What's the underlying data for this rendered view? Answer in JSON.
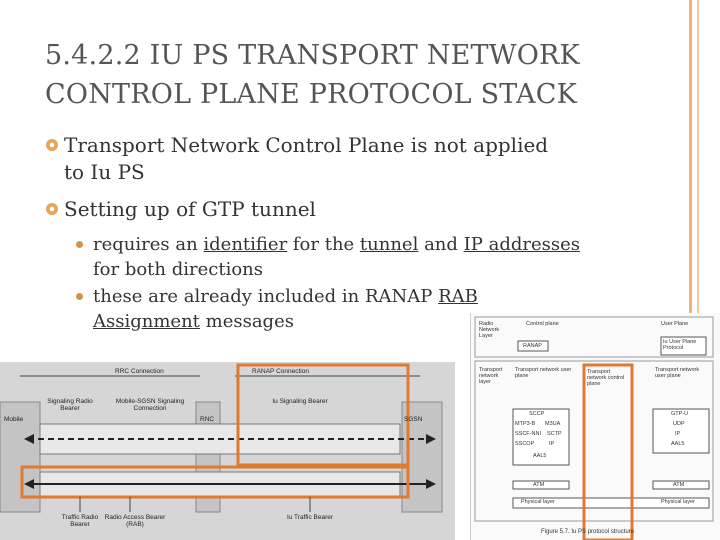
{
  "slide": {
    "title": "5.4.2.2 IU PS TRANSPORT NETWORK CONTROL PLANE PROTOCOL STACK",
    "bullets": [
      {
        "text_lines": [
          "Transport Network Control Plane is not applied",
          "to Iu PS"
        ]
      },
      {
        "text": "Setting up of GTP tunnel"
      }
    ],
    "sub_bullets": [
      {
        "line1_pre": "requires an ",
        "line1_u1": "identifier",
        "line1_mid": " for the ",
        "line1_u2": "tunnel",
        "line1_mid2": " and ",
        "line1_u3": "IP addresses",
        "line2": "for both directions"
      },
      {
        "line1_pre": "these are already included in RANAP ",
        "line1_u1": "RAB",
        "line2_u": "Assignment",
        "line2_post": " messages"
      }
    ]
  },
  "figure_left": {
    "labels": {
      "rrc": "RRC Connection",
      "ranap": "RANAP Connection",
      "mobile": "Mobile",
      "rnc": "RNC",
      "sgsn": "SGSN",
      "signaling_radio_bearer": "Signaling Radio Bearer",
      "mobile_sgsn": "Mobile-SGSN Signaling Connection",
      "iu_signaling": "Iu Signaling Bearer",
      "traffic_radio": "Traffic Radio Bearer",
      "rab": "Radio Access Bearer (RAB)",
      "iu_traffic": "Iu Traffic Bearer"
    }
  },
  "figure_right": {
    "headers": {
      "radio_network_layer": "Radio Network Layer",
      "control_plane": "Control plane",
      "user_plane": "User Plane"
    },
    "ranap": "RANAP",
    "iu_up": "Iu User Plane Protocol",
    "transport_network_layer": "Transport network layer",
    "tn_user_plane": "Transport network user plane",
    "tn_control_plane": "Transport network control plane",
    "tn_user_plane2": "Transport network user plane",
    "stack_left": [
      "SCCP",
      "MTP3-B",
      "M3UA",
      "SSCF-NNI",
      "SCTP",
      "SSCOP",
      "IP",
      "AAL5",
      "ATM"
    ],
    "stack_right": [
      "GTP-U",
      "UDP",
      "IP",
      "AAL5",
      "ATM"
    ],
    "physical": "Physical layer",
    "caption": "Figure 5.7. Iu PS protocol structure"
  },
  "colors": {
    "accent": "#e07a2e",
    "rule": "#f0b27a",
    "bullet": "#d4914c"
  }
}
